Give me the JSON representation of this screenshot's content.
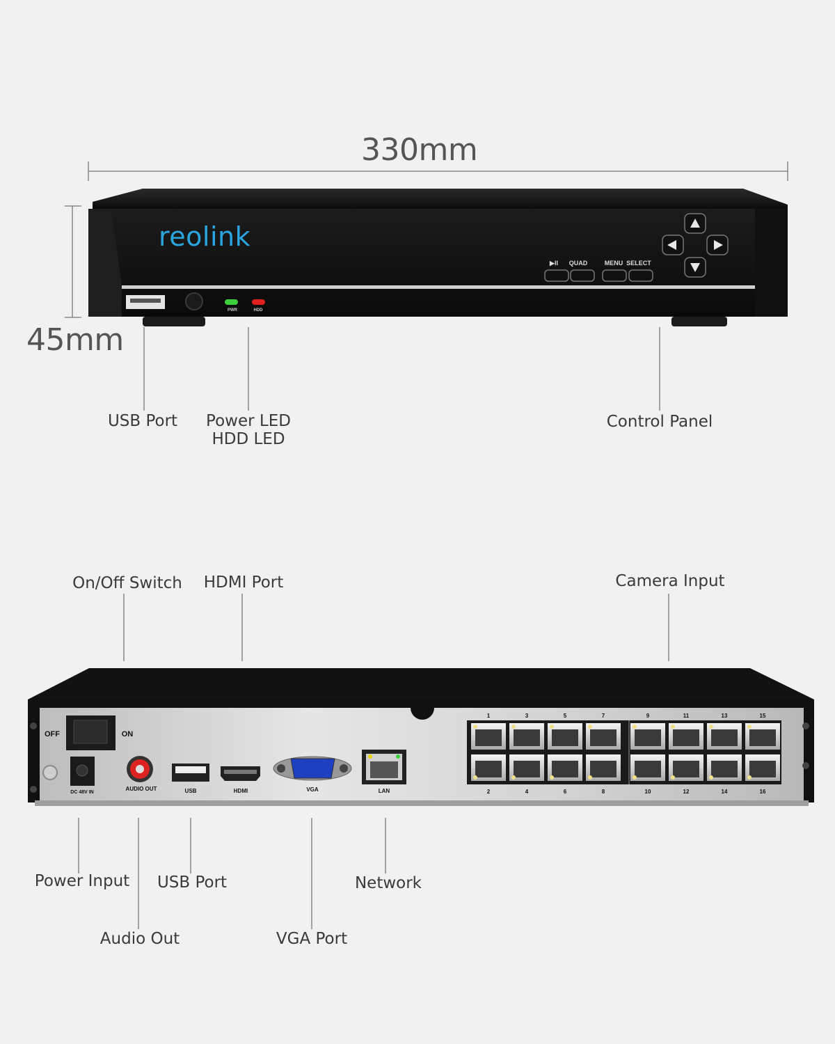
{
  "dimensions": {
    "width": "330mm",
    "height": "45mm"
  },
  "front": {
    "brand": "reolink",
    "buttons": {
      "play_pause": "▶II",
      "quad": "QUAD",
      "menu": "MENU",
      "select": "SELECT"
    },
    "leds": {
      "pwr": "PWR",
      "hdd": "HDD"
    },
    "callouts": {
      "usb_port": "USB Port",
      "power_led": "Power LED",
      "hdd_led": "HDD LED",
      "control_panel": "Control Panel"
    }
  },
  "back": {
    "panel_labels": {
      "off": "OFF",
      "on": "ON",
      "dc_in": "DC 48V IN",
      "audio_out": "AUDIO OUT",
      "usb": "USB",
      "hdmi": "HDMI",
      "vga": "VGA",
      "lan": "LAN"
    },
    "port_numbers_top": [
      "1",
      "3",
      "5",
      "7",
      "9",
      "11",
      "13",
      "15"
    ],
    "port_numbers_bottom": [
      "2",
      "4",
      "6",
      "8",
      "10",
      "12",
      "14",
      "16"
    ],
    "callouts": {
      "on_off_switch": "On/Off Switch",
      "hdmi_port": "HDMI Port",
      "camera_input": "Camera Input",
      "power_input": "Power Input",
      "usb_port": "USB Port",
      "network": "Network",
      "audio_out": "Audio Out",
      "vga_port": "VGA Port"
    }
  },
  "colors": {
    "brand_blue": "#2aa6df",
    "pwr_led": "#3ecf3e",
    "hdd_led": "#e02020",
    "chassis": "#141414",
    "back_plate": "#d9d9d9"
  }
}
